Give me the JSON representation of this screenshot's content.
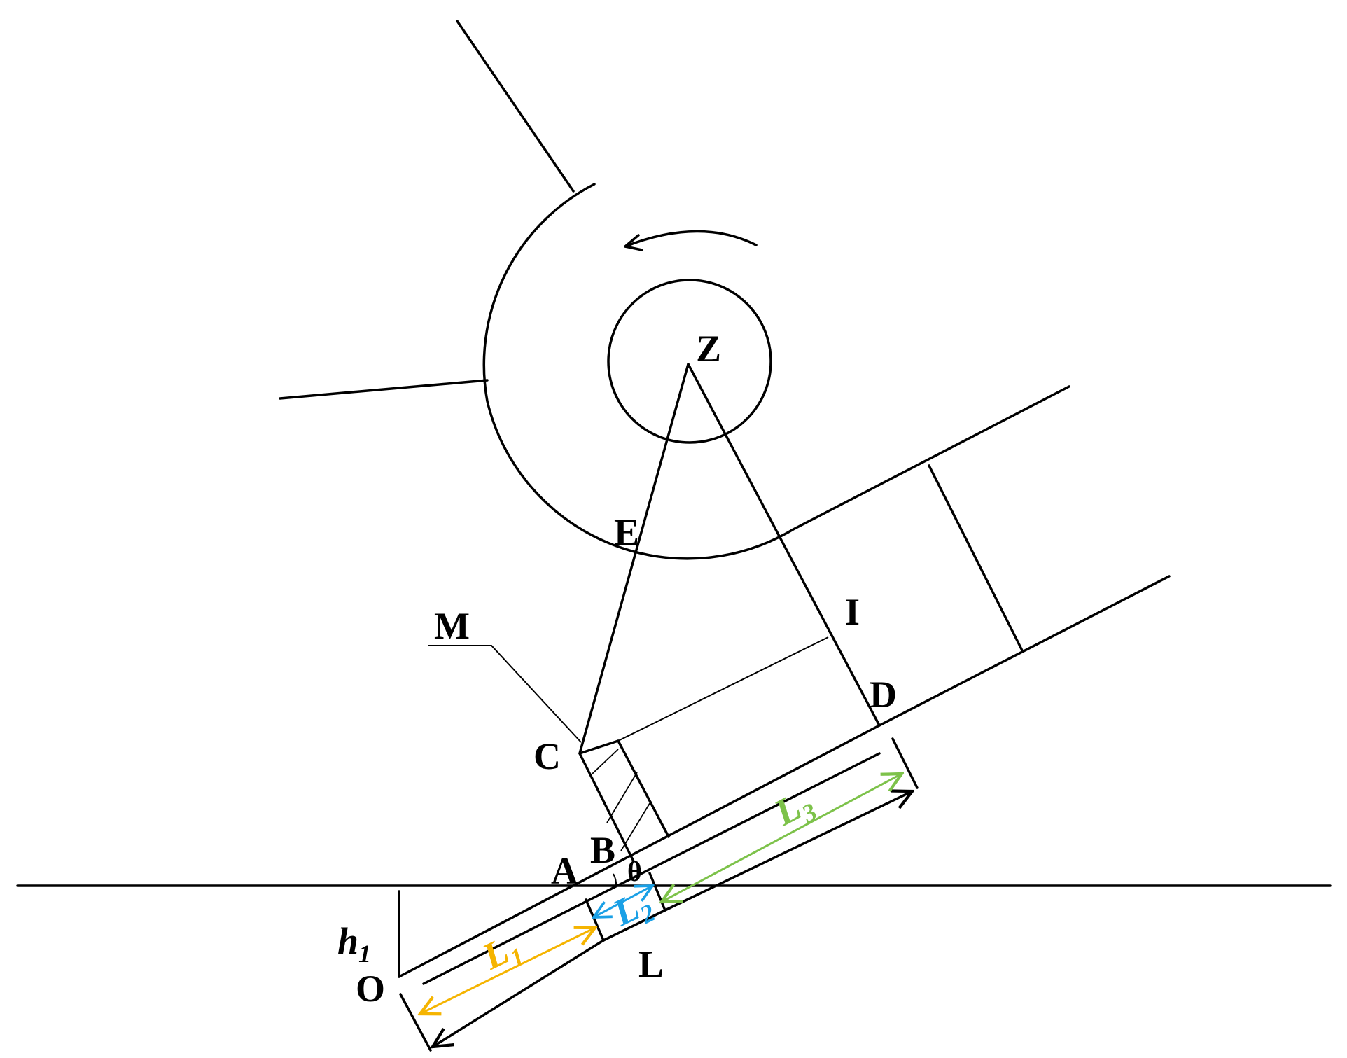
{
  "points": {
    "Z": "Z",
    "E": "E",
    "M": "M",
    "I": "I",
    "D": "D",
    "C": "C",
    "B": "B",
    "A": "A",
    "O": "O",
    "L": "L"
  },
  "angle": "θ",
  "dimensions": {
    "h1": {
      "main": "h",
      "sub": "1"
    },
    "L1": {
      "main": "L",
      "sub": "1",
      "color": "#f5b400"
    },
    "L2": {
      "main": "L",
      "sub": "2",
      "color": "#1aa0e6"
    },
    "L3": {
      "main": "L",
      "sub": "3",
      "color": "#7dc24a"
    }
  },
  "colors": {
    "line": "#000000",
    "background": "#ffffff"
  }
}
